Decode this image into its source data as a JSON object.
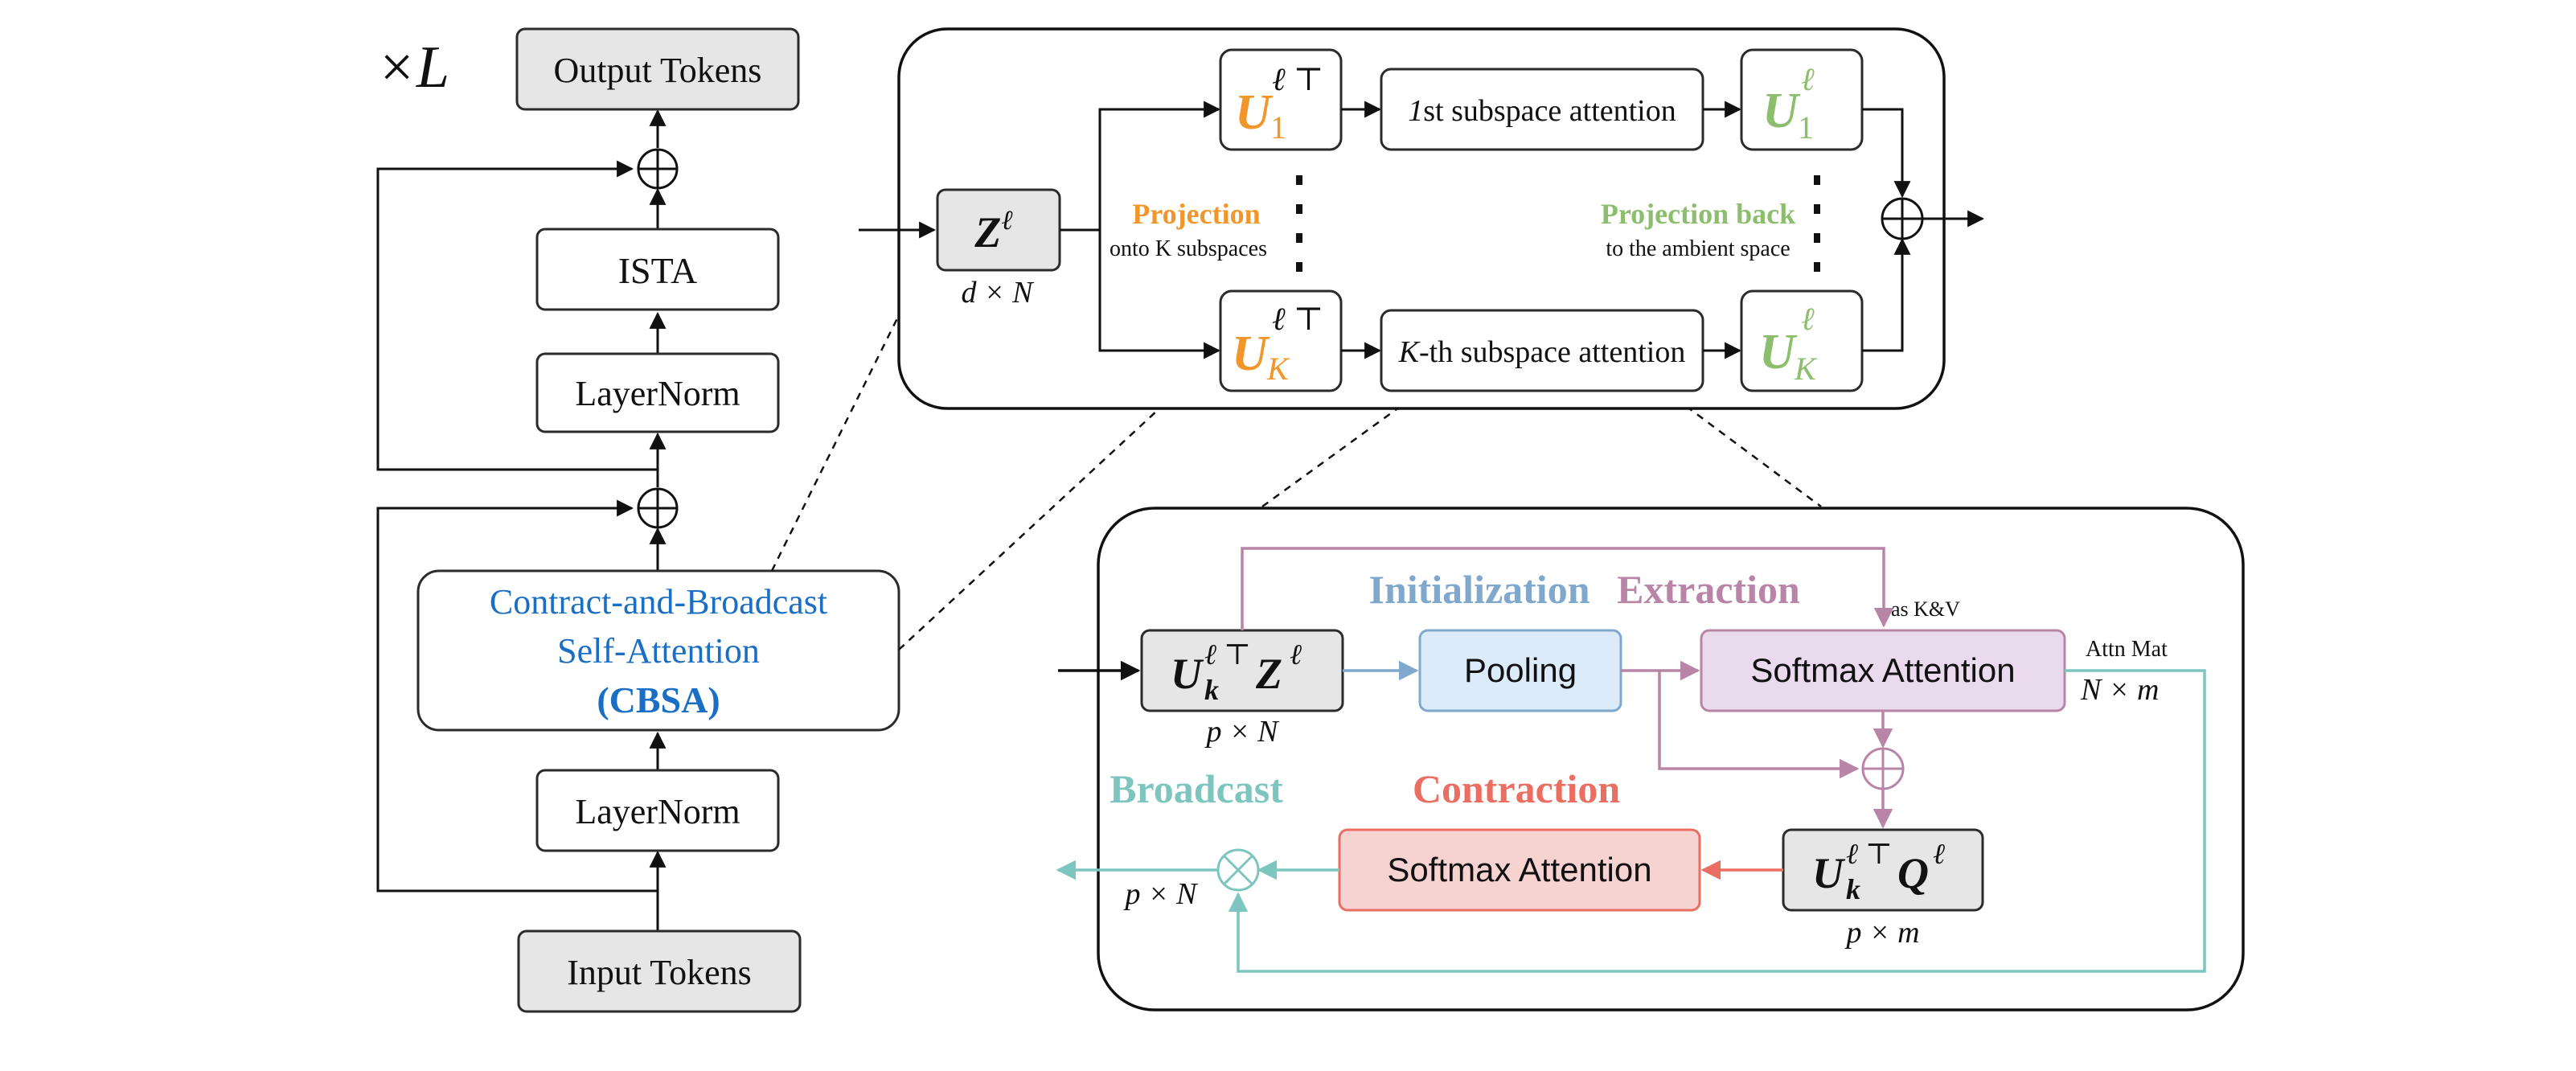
{
  "colors": {
    "orange": "#F0962A",
    "green": "#8DBE6E",
    "blue": "#1A6FC4",
    "mauve": "#B985A6",
    "teal": "#7DC6C0",
    "red": "#EB6E63",
    "light_blue_label": "#7FA8CC",
    "gray_fill": "#E6E6E6",
    "pooling_fill": "#DCEBFA",
    "softmax_extract_fill": "#E9DAEE",
    "softmax_contract_fill": "#F6D3D1"
  },
  "left_stack": {
    "repeat": "×L",
    "output_tokens": "Output Tokens",
    "ista": "ISTA",
    "layernorm_top": "LayerNorm",
    "cbsa_line1": "Contract-and-Broadcast",
    "cbsa_line2": "Self-Attention",
    "cbsa_line3": "(CBSA)",
    "layernorm_bottom": "LayerNorm",
    "input_tokens": "Input Tokens"
  },
  "top_panel": {
    "z_node": "Z",
    "z_sup": "ℓ",
    "z_dims": "d × N",
    "u1t_base": "U",
    "u1t_sub": "1",
    "u1t_sup": "ℓ ⊤",
    "uKt_base": "U",
    "uKt_sub": "K",
    "uKt_sup": "ℓ ⊤",
    "attn1_prefix": "1",
    "attn1_rest": "st subspace attention",
    "attnK_prefix": "K",
    "attnK_rest": "-th subspace attention",
    "u1_base": "U",
    "u1_sub": "1",
    "u1_sup": "ℓ",
    "uK_base": "U",
    "uK_sub": "K",
    "uK_sup": "ℓ",
    "projection_title": "Projection",
    "projection_sub": "onto K subspaces",
    "projection_back_title": "Projection back",
    "projection_back_sub": "to the ambient space"
  },
  "bottom_panel": {
    "input_node_base": "U",
    "input_node_sub": "k",
    "input_node_sup": "ℓ ⊤",
    "input_node_z": "Z",
    "input_node_z_sup": "ℓ",
    "input_dims": "p × N",
    "pooling": "Pooling",
    "initialization": "Initialization",
    "extraction": "Extraction",
    "as_kv": "as K&V",
    "softmax_extraction": "Softmax Attention",
    "attn_mat": "Attn Mat",
    "attn_mat_dims": "N × m",
    "broadcast": "Broadcast",
    "contraction": "Contraction",
    "softmax_contraction": "Softmax Attention",
    "q_node_base": "U",
    "q_node_sub": "k",
    "q_node_sup": "ℓ ⊤",
    "q_node_q": "Q",
    "q_node_q_sup": "ℓ",
    "q_dims": "p × m",
    "output_dims": "p × N"
  }
}
